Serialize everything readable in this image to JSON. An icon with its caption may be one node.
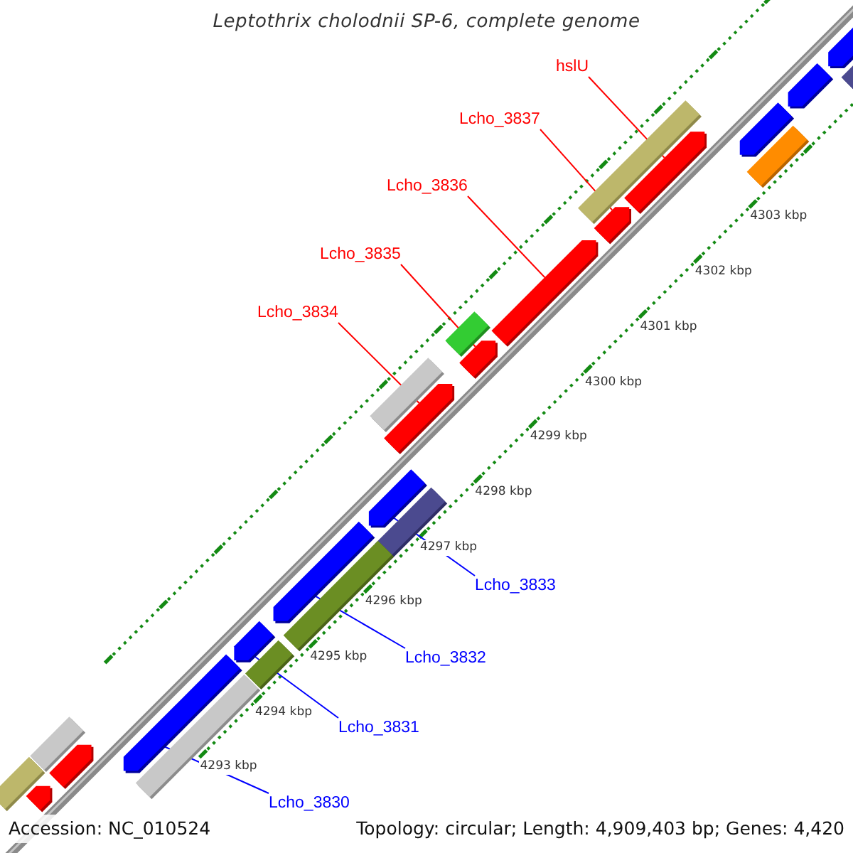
{
  "diagram": {
    "title": "Leptothrix cholodnii SP-6, complete genome",
    "nodes": [
      {
        "text": [
          "hslU"
        ]
      },
      {
        "text": [
          "Lcho_3837"
        ]
      },
      {
        "text": [
          "Lcho_3836"
        ]
      },
      {
        "text": [
          "Lcho_3835"
        ]
      },
      {
        "text": [
          "Lcho_3834"
        ]
      },
      {
        "text": [
          "Lcho_3833"
        ]
      },
      {
        "text": [
          "Lcho_3832"
        ]
      },
      {
        "text": [
          "Lcho_3831"
        ]
      },
      {
        "text": [
          "Lcho_3830"
        ]
      },
      {
        "text": [],
        "shape": "arrow"
      },
      {
        "text": [],
        "shape": "bar"
      },
      {
        "text": [],
        "shape": "arrow"
      },
      {
        "text": [],
        "shape": "bar"
      },
      {
        "text": [],
        "shape": "arrow"
      },
      {
        "text": [],
        "shape": "arrow"
      },
      {
        "text": [],
        "shape": "bar"
      },
      {
        "text": [],
        "shape": "arrow"
      },
      {
        "text": [],
        "shape": "arrow"
      },
      {
        "text": [],
        "shape": "bar"
      },
      {
        "text": [],
        "shape": "arrow"
      },
      {
        "text": [],
        "shape": "bar"
      },
      {
        "text": [],
        "shape": "arrow"
      },
      {
        "text": [],
        "shape": "arrow"
      },
      {
        "text": [],
        "shape": "bar"
      },
      {
        "text": [],
        "shape": "arrow"
      },
      {
        "text": [],
        "shape": "bar"
      },
      {
        "text": [],
        "shape": "arrow"
      },
      {
        "text": [],
        "shape": "bar"
      },
      {
        "text": [],
        "shape": "arrow"
      },
      {
        "text": [],
        "shape": "bar"
      },
      {
        "text": [],
        "shape": "bar"
      },
      {
        "text": [],
        "shape": "arrow"
      },
      {
        "text": [],
        "shape": "bar"
      },
      {
        "text": [],
        "shape": "arrow"
      }
    ],
    "edges": [
      {
        "from": 0,
        "to": 14,
        "arrow": "none"
      },
      {
        "from": 1,
        "to": 16,
        "arrow": "none"
      },
      {
        "from": 2,
        "to": 17,
        "arrow": "none"
      },
      {
        "from": 3,
        "to": 19,
        "arrow": "none"
      },
      {
        "from": 4,
        "to": 21,
        "arrow": "none"
      },
      {
        "from": 5,
        "to": 22,
        "arrow": "none",
        "color": "#0000ff"
      },
      {
        "from": 6,
        "to": 24,
        "arrow": "none",
        "color": "#0000ff"
      },
      {
        "from": 7,
        "to": 26,
        "arrow": "none",
        "color": "#0000ff"
      },
      {
        "from": 8,
        "to": 28,
        "arrow": "none",
        "color": "#0000ff"
      }
    ],
    "labels": [
      "4303 kbp",
      "4302 kbp",
      "4301 kbp",
      "4300 kbp",
      "4299 kbp",
      "4298 kbp",
      "4297 kbp",
      "4296 kbp",
      "4295 kbp",
      "4294 kbp",
      "4293 kbp",
      "Accession: NC_010524",
      "Topology: circular; Length: 4,909,403 bp; Genes: 4,420"
    ]
  }
}
